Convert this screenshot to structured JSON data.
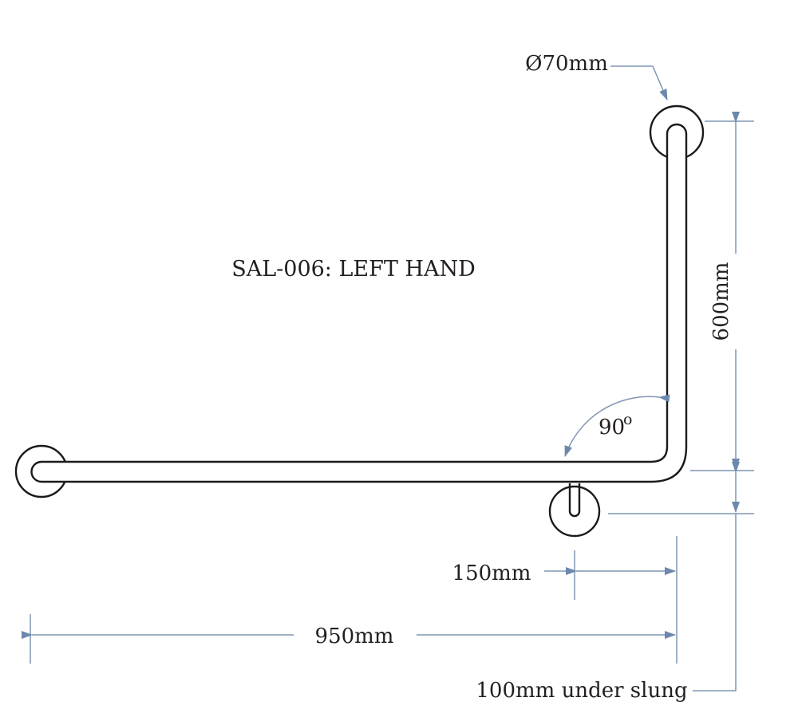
{
  "title": "SAL-006: LEFT HAND",
  "dimensions": {
    "diameter": "Ø70mm",
    "height": "600mm",
    "angle_value": "90",
    "angle_unit": "o",
    "offset": "150mm",
    "length": "950mm",
    "underslung": "100mm under slung"
  },
  "colors": {
    "line": "#1a1a1a",
    "dimension": "#7f95b4",
    "text": "#231f20"
  }
}
